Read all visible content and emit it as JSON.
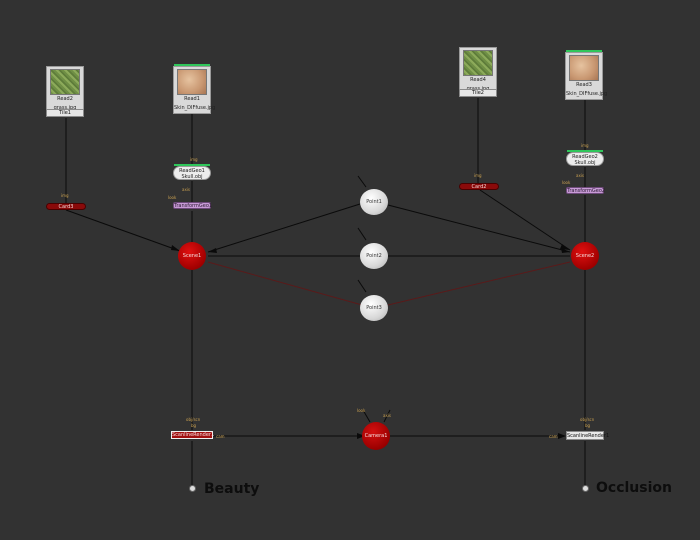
{
  "nodes": {
    "read2": {
      "name": "Read2",
      "file": "grass.jpg"
    },
    "read1": {
      "name": "Read1",
      "file": "Skin_DIFfuse.jpg"
    },
    "read4": {
      "name": "Read4",
      "file": "grass.jpg"
    },
    "read3": {
      "name": "Read3",
      "file": "Skin_DIFfuse.jpg"
    },
    "tile1": "Tile1",
    "tile2": "Tile2",
    "card3": "Card3",
    "card2": "Card2",
    "readgeo1": {
      "name": "ReadGeo1",
      "file": "Skull.obj"
    },
    "readgeo2": {
      "name": "ReadGeo2",
      "file": "Skull.obj"
    },
    "transformgeo1": "TransformGeo1",
    "transformgeo2": "TransformGeo2",
    "scene1": "Scene1",
    "scene2": "Scene2",
    "point1": "Point1",
    "point2": "Point2",
    "point3": "Point3",
    "camera1": "Camera1",
    "scanline1": "ScanlineRender1",
    "scanline2": "ScanlineRender1"
  },
  "ports": {
    "img": "img",
    "axis": "axis",
    "look": "look",
    "cam": "cam",
    "obj_scn": "obj/scn",
    "bg": "bg"
  },
  "outputs": {
    "left": "Beauty",
    "right": "Occlusion"
  }
}
